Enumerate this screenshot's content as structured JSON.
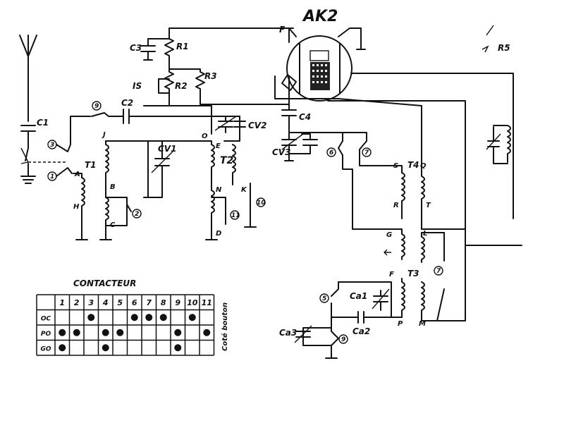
{
  "title": "AK2",
  "components": {
    "C1": "C1",
    "C2": "C2",
    "C3": "C3",
    "C4": "C4",
    "R1": "R1",
    "R2": "R2",
    "R3": "R3",
    "R5": "R5",
    "CV1": "CV1",
    "CV2": "CV2",
    "CV3": "CV3",
    "T1": "T1",
    "T2": "T2",
    "T3": "T3",
    "T4": "T4",
    "Ca1": "Ca1",
    "Ca2": "Ca2",
    "Ca3": "Ca3",
    "IS": "IS",
    "F": "F"
  },
  "nodes": [
    "J",
    "A",
    "H",
    "B",
    "C",
    "O",
    "E",
    "D",
    "N",
    "K",
    "S",
    "R",
    "Q",
    "T",
    "G",
    "F",
    "P",
    "L",
    "M"
  ],
  "switch_numbers": [
    "1",
    "2",
    "3",
    "4",
    "5",
    "6",
    "7",
    "8",
    "9",
    "10",
    "11"
  ],
  "contact_table": {
    "title": "CONTACTEUR",
    "columns": [
      "1",
      "2",
      "3",
      "4",
      "5",
      "6",
      "7",
      "8",
      "9",
      "10",
      "11"
    ],
    "rows": [
      {
        "label": "OC",
        "dots": [
          3,
          6,
          7,
          8,
          10
        ]
      },
      {
        "label": "PO",
        "dots": [
          1,
          2,
          4,
          5,
          9,
          11
        ]
      },
      {
        "label": "GO",
        "dots": [
          1,
          4,
          9
        ]
      }
    ],
    "side_note": "Coté bouton"
  }
}
